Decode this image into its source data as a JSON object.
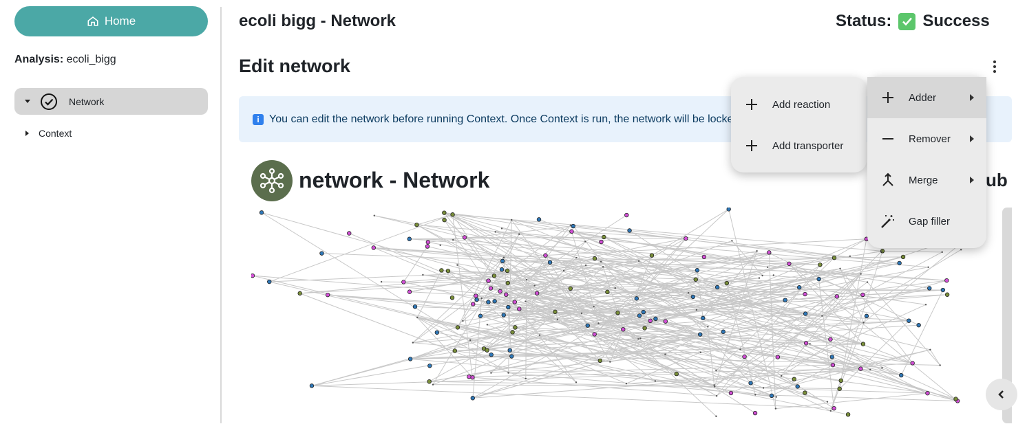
{
  "sidebar": {
    "home_label": "Home",
    "analysis_label": "Analysis:",
    "analysis_name": "ecoli_bigg",
    "tree": [
      {
        "label": "Network",
        "expanded": true,
        "status": "done"
      },
      {
        "label": "Context",
        "expanded": false
      }
    ]
  },
  "header": {
    "title": "ecoli bigg - Network",
    "status_label": "Status:",
    "status_value": "Success"
  },
  "section": {
    "title": "Edit network",
    "info_text": "You can edit the network before running Context. Once Context is run, the network will be locked."
  },
  "network": {
    "title": "network - Network",
    "partial_text": "ub"
  },
  "menu": {
    "items": [
      {
        "label": "Adder",
        "icon": "plus-icon",
        "submenu": true
      },
      {
        "label": "Remover",
        "icon": "minus-icon",
        "submenu": true
      },
      {
        "label": "Merge",
        "icon": "merge-icon",
        "submenu": true
      },
      {
        "label": "Gap filler",
        "icon": "magic-wand-icon",
        "submenu": false
      }
    ],
    "adder_submenu": [
      {
        "label": "Add reaction",
        "icon": "plus-icon"
      },
      {
        "label": "Add transporter",
        "icon": "plus-icon"
      }
    ]
  },
  "colors": {
    "accent": "#4ba8a6",
    "node_blue": "#2f78b8",
    "node_green": "#7a8f3a",
    "node_pink": "#d24fd6",
    "edge": "#c8c8c8"
  }
}
